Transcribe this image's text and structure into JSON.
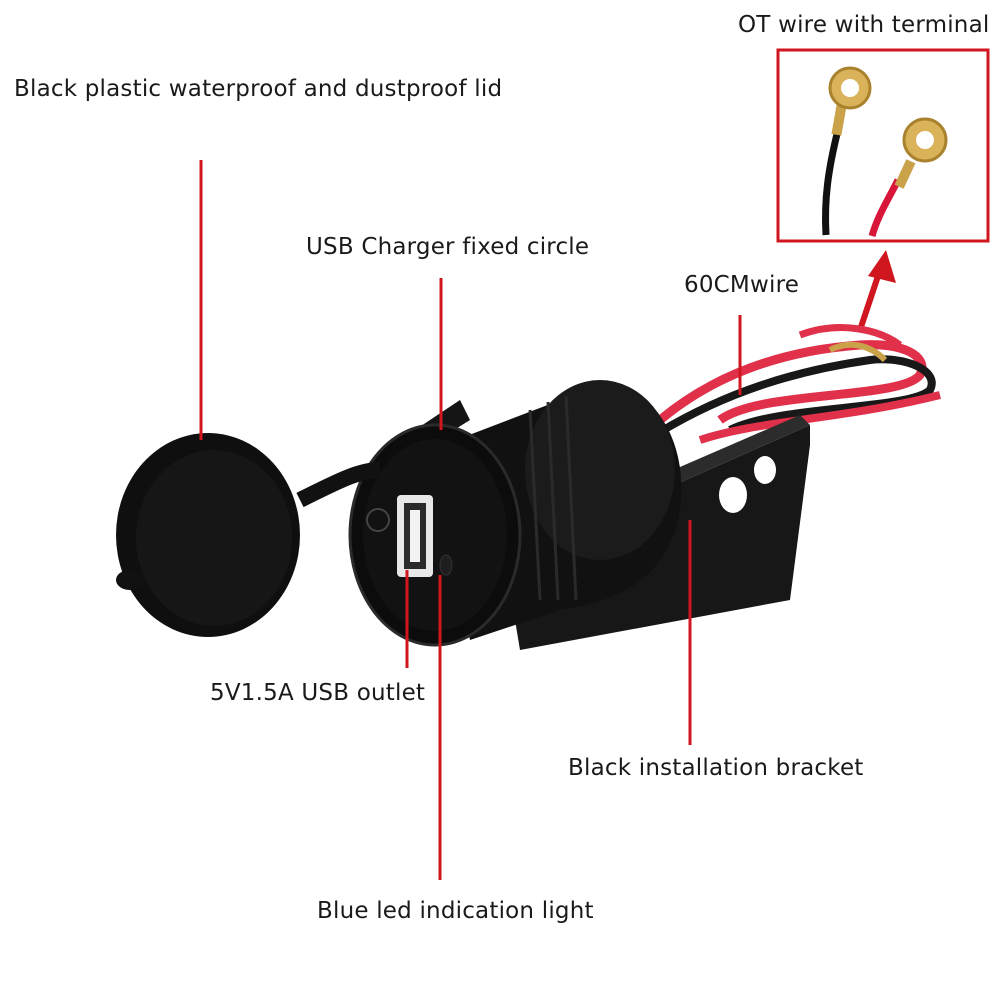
{
  "labels": {
    "lid": "Black plastic waterproof and dustproof lid",
    "terminal": "OT wire with terminal",
    "fixed_circle": "USB Charger fixed circle",
    "wire": "60CMwire",
    "usb_outlet": "5V1.5A USB outlet",
    "bracket": "Black installation bracket",
    "led": "Blue led indication light"
  },
  "colors": {
    "callout_line": "#d0161e",
    "product_black": "#141414",
    "wire_red": "#e0304a"
  }
}
